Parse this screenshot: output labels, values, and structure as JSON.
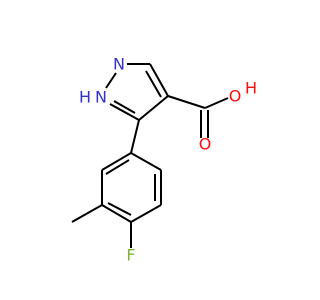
{
  "molecule": {
    "atoms": {
      "N_top": "N",
      "NH": "H",
      "NH_N": "N",
      "O_acid": "O",
      "H_acid": "H",
      "O_carbonyl": "O",
      "F": "F"
    },
    "colors": {
      "bond": "#000000",
      "nitrogen": "#3333cc",
      "oxygen": "#ff0d0d",
      "fluorine": "#7fb233"
    }
  }
}
